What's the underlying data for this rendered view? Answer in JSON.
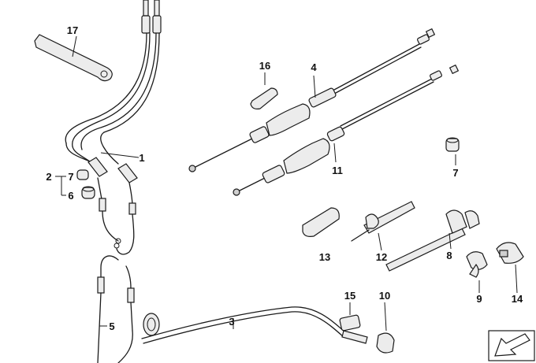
{
  "labels": {
    "n1": "1",
    "n2": "2",
    "n3": "3",
    "n4": "4",
    "n5": "5",
    "n6": "6",
    "n7a": "7",
    "n7b": "7",
    "n8": "8",
    "n9": "9",
    "n10": "10",
    "n11": "11",
    "n12": "12",
    "n13": "13",
    "n14": "14",
    "n15": "15",
    "n16": "16",
    "n17": "17"
  },
  "icons": {
    "corner": "arrow-down-left-icon"
  },
  "colors": {
    "line": "#1a1a1a",
    "part_fill": "#ececec"
  }
}
